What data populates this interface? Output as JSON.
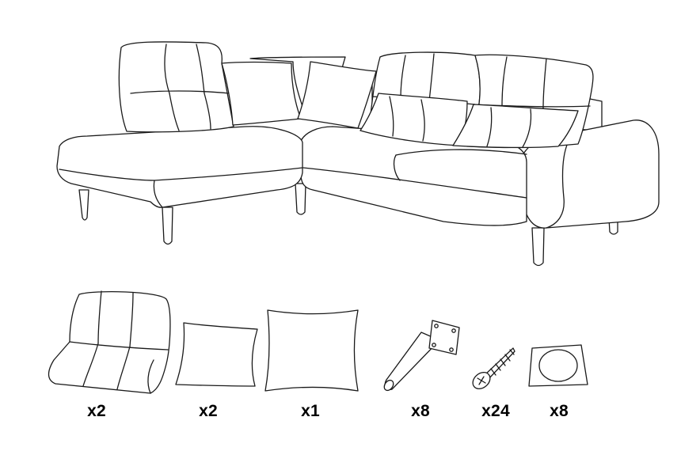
{
  "parts": [
    {
      "name": "backrest-cushion",
      "quantity": "x2"
    },
    {
      "name": "small-pillow",
      "quantity": "x2"
    },
    {
      "name": "large-pillow",
      "quantity": "x1"
    },
    {
      "name": "sofa-leg",
      "quantity": "x8"
    },
    {
      "name": "screw",
      "quantity": "x24"
    },
    {
      "name": "felt-pad",
      "quantity": "x8"
    }
  ],
  "colors": {
    "line": "#1a1a1a",
    "background": "#ffffff"
  }
}
